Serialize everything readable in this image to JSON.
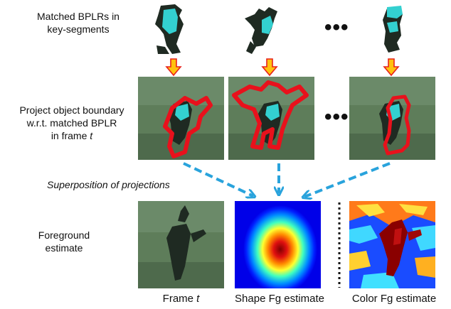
{
  "labels": {
    "row1": [
      "Matched  BPLRs in",
      "key-segments"
    ],
    "row2": [
      "Project object boundary",
      "w.r.t. matched BPLR",
      "in frame ",
      "t"
    ],
    "superposition": "Superposition of projections",
    "row3": [
      "Foreground",
      "estimate"
    ],
    "ellipsis": "•••"
  },
  "captions": {
    "frame_word": "Frame ",
    "frame_var": "t",
    "shape": "Shape Fg estimate",
    "color": "Color Fg estimate"
  },
  "colors": {
    "down_arrow_fill": "#ffc20e",
    "down_arrow_outline": "#e8211c",
    "dashed_arrow": "#29a3dc",
    "boundary_red": "#e8111c",
    "bplr_cyan": "#33d0d0",
    "figure_dark": "#1f2a22",
    "background_green": "#5e7d5a"
  }
}
